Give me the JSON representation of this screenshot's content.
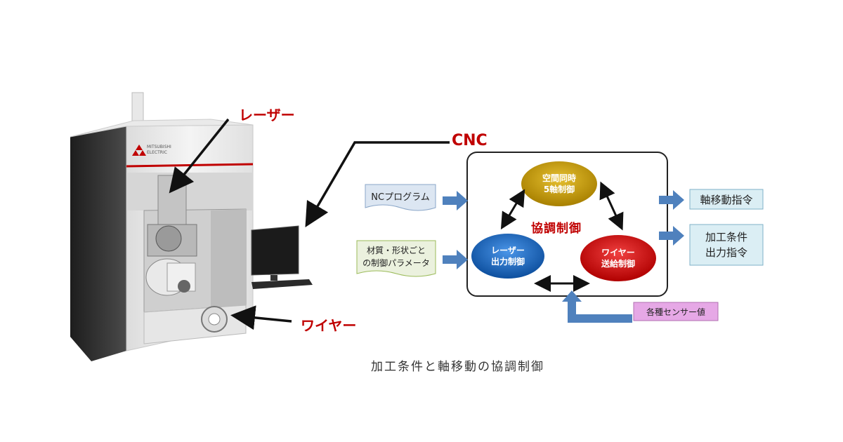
{
  "machine": {
    "brand_mark": "MITSUBISHI\nELECTRIC",
    "labels": {
      "laser": "レーザー",
      "wire": "ワイヤー"
    }
  },
  "diagram": {
    "cnc_label": "CNC",
    "inputs": {
      "nc_program": "NCプログラム",
      "material_params_line1": "材質・形状ごと",
      "material_params_line2": "の制御パラメータ"
    },
    "nodes": {
      "sync_5axis_line1": "空間同時",
      "sync_5axis_line2": "5軸制御",
      "laser_out_line1": "レーザー",
      "laser_out_line2": "出力制御",
      "wire_feed_line1": "ワイヤー",
      "wire_feed_line2": "送給制御"
    },
    "center_label": "協調制御",
    "outputs": {
      "axis_move": "軸移動指令",
      "condition_line1": "加工条件",
      "condition_line2": "出力指令"
    },
    "sensor": "各種センサー値"
  },
  "caption": "加工条件と軸移動の協調制御",
  "colors": {
    "red_label": "#c00000",
    "arrow_blue": "#4f81bd",
    "gold_node": "#c9a000",
    "blue_node": "#1f6fc5",
    "red_node": "#d01010",
    "input_fill": "#dce6f2",
    "input_fill2": "#ebf1de",
    "output_fill": "#dbeef4",
    "sensor_fill": "#e6a8e6"
  }
}
